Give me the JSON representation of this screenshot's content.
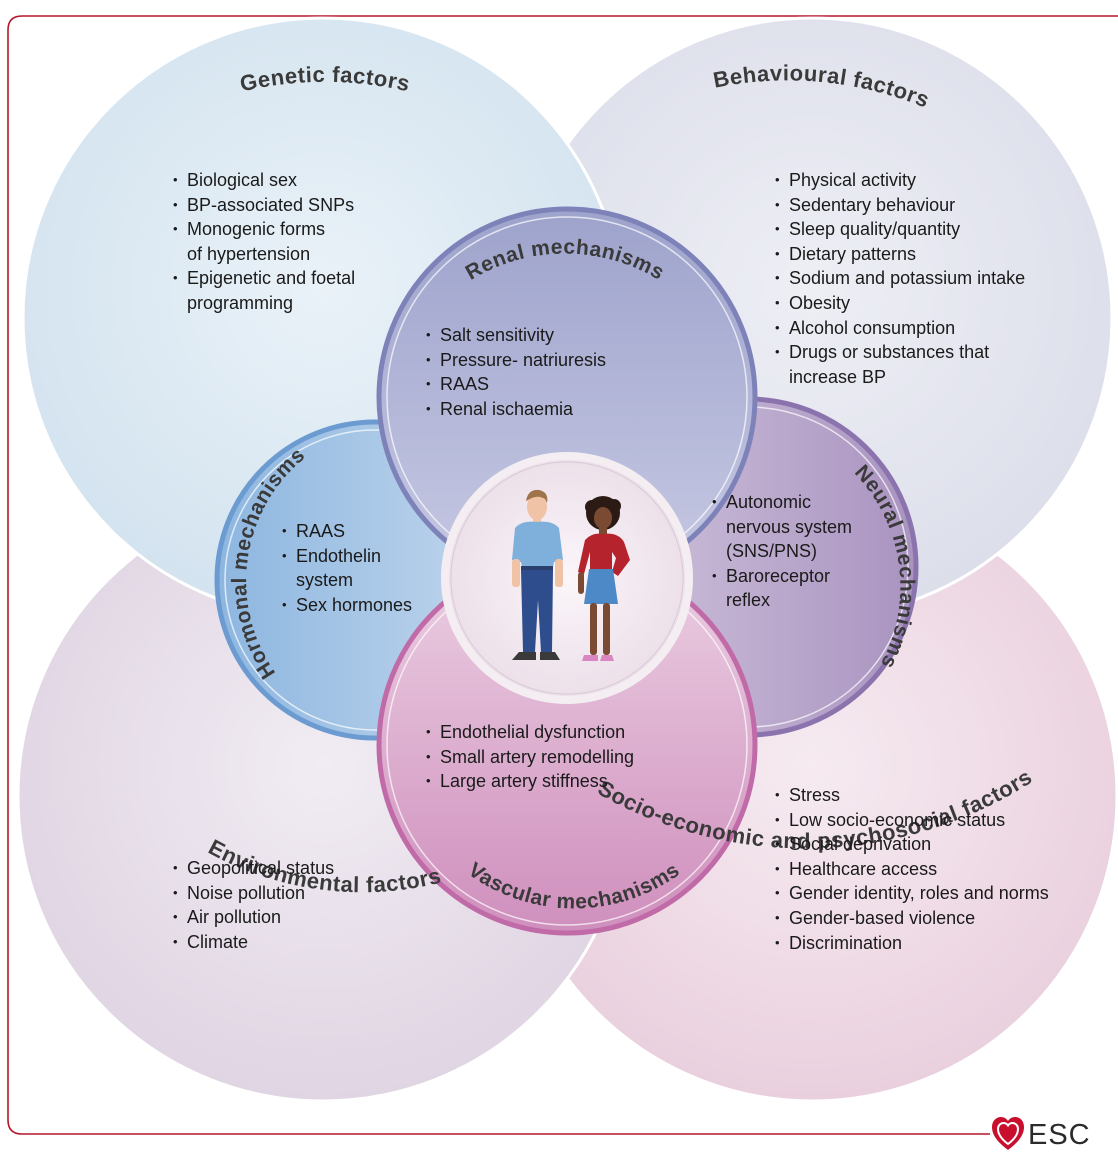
{
  "factors": {
    "genetic": {
      "title": "Genetic factors",
      "items": [
        "Biological sex",
        "BP-associated SNPs",
        "Monogenic forms\nof hypertension",
        "Epigenetic and foetal\nprogramming"
      ]
    },
    "behavioural": {
      "title": "Behavioural factors",
      "items": [
        "Physical activity",
        "Sedentary behaviour",
        "Sleep quality/quantity",
        "Dietary patterns",
        "Sodium and potassium intake",
        "Obesity",
        "Alcohol consumption",
        "Drugs or substances that\nincrease BP"
      ]
    },
    "environmental": {
      "title": "Environmental factors",
      "items": [
        "Geopolitical status",
        "Noise pollution",
        "Air pollution",
        "Climate"
      ]
    },
    "socioeconomic": {
      "title": "Socio-economic and psychosocial factors",
      "items": [
        "Stress",
        "Low socio-economic status",
        "Social deprivation",
        "Healthcare access",
        "Gender identity, roles and norms",
        "Gender-based violence",
        "Discrimination"
      ]
    }
  },
  "mechanisms": {
    "renal": {
      "title": "Renal mechanisms",
      "items": [
        "Salt sensitivity",
        "Pressure- natriuresis",
        "RAAS",
        "Renal ischaemia"
      ]
    },
    "hormonal": {
      "title": "Hormonal mechanisms",
      "items": [
        "RAAS",
        "Endothelin\nsystem",
        "Sex hormones"
      ]
    },
    "neural": {
      "title": "Neural mechanisms",
      "items": [
        "Autonomic\nnervous system\n(SNS/PNS)",
        "Baroreceptor\nreflex"
      ]
    },
    "vascular": {
      "title": "Vascular mechanisms",
      "items": [
        "Endothelial dysfunction",
        "Small artery remodelling",
        "Large artery stiffness"
      ]
    }
  },
  "logo": {
    "text": "ESC"
  },
  "colors": {
    "frame": "#b5162c",
    "genetic": "#dbe8f2",
    "behavioural": "#e4e5ee",
    "environmental": "#e8e0ea",
    "socioeconomic": "#efdce6",
    "renal": "#a8acd0",
    "hormonal": "#9dbfe0",
    "neural": "#b6a3c6",
    "vascular": "#d9a6c8"
  }
}
